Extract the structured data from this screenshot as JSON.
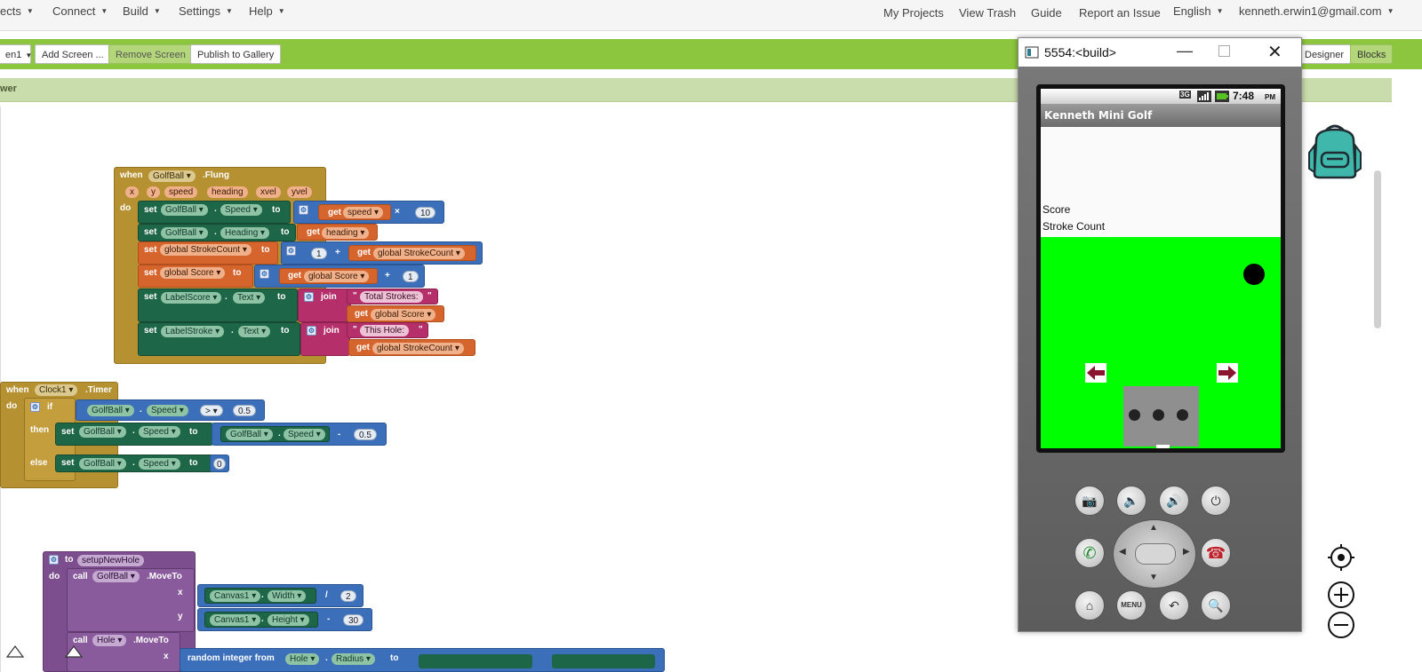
{
  "menu": {
    "left": [
      "ects",
      "Connect",
      "Build",
      "Settings",
      "Help"
    ],
    "right": [
      "My Projects",
      "View Trash",
      "Guide",
      "Report an Issue",
      "English",
      "kenneth.erwin1@gmail.com"
    ]
  },
  "toolbar": {
    "screen_select": "en1",
    "add_screen": "Add Screen ...",
    "remove_screen": "Remove Screen",
    "publish": "Publish to Gallery",
    "designer": "Designer",
    "blocks": "Blocks"
  },
  "subbar_title": "wer",
  "blocks": {
    "flung": {
      "when": "when",
      "component": "GolfBall",
      "event": ".Flung",
      "params": [
        "x",
        "y",
        "speed",
        "heading",
        "xvel",
        "yvel"
      ],
      "do": "do",
      "row1": {
        "set": "set",
        "comp": "GolfBall",
        "dot": ".",
        "prop": "Speed",
        "to": "to",
        "get": "get",
        "var": "speed",
        "op": "×",
        "num": "10"
      },
      "row2": {
        "set": "set",
        "comp": "GolfBall",
        "dot": ".",
        "prop": "Heading",
        "to": "to",
        "get": "get",
        "var": "heading"
      },
      "row3": {
        "set": "set",
        "var": "global StrokeCount",
        "to": "to",
        "num": "1",
        "op": "+",
        "get": "get",
        "var2": "global StrokeCount"
      },
      "row4": {
        "set": "set",
        "var": "global Score",
        "to": "to",
        "get": "get",
        "var2": "global Score",
        "op": "+",
        "num": "1"
      },
      "row5": {
        "set": "set",
        "comp": "LabelScore",
        "dot": ".",
        "prop": "Text",
        "to": "to",
        "join": "join",
        "str": "Total Strokes: ",
        "get": "get",
        "var": "global Score"
      },
      "row6": {
        "set": "set",
        "comp": "LabelStroke",
        "dot": ".",
        "prop": "Text",
        "to": "to",
        "join": "join",
        "str": "This Hole: ",
        "get": "get",
        "var": "global StrokeCount"
      }
    },
    "timer": {
      "when": "when",
      "component": "Clock1",
      "event": ".Timer",
      "do": "do",
      "if": "if",
      "then": "then",
      "else": "else",
      "cond": {
        "comp": "GolfBall",
        "dot": ".",
        "prop": "Speed",
        "op": ">",
        "num": "0.5"
      },
      "then_row": {
        "set": "set",
        "comp": "GolfBall",
        "dot": ".",
        "prop": "Speed",
        "to": "to",
        "comp2": "GolfBall",
        "prop2": "Speed",
        "op": "-",
        "num": "0.5"
      },
      "else_row": {
        "set": "set",
        "comp": "GolfBall",
        "dot": ".",
        "prop": "Speed",
        "to": "to",
        "num": "0"
      }
    },
    "setup": {
      "to": "to",
      "name": "setupNewHole",
      "do": "do",
      "call1": {
        "call": "call",
        "comp": "GolfBall",
        "method": ".MoveTo",
        "x": "x",
        "y": "y",
        "xexpr": {
          "comp": "Canvas1",
          "dot": ".",
          "prop": "Width",
          "op": "/",
          "num": "2"
        },
        "yexpr": {
          "comp": "Canvas1",
          "dot": ".",
          "prop": "Height",
          "op": "-",
          "num": "30"
        }
      },
      "call2": {
        "call": "call",
        "comp": "Hole",
        "method": ".MoveTo",
        "x": "x",
        "rand": "random integer from",
        "comp3": "Hole",
        "dot": ".",
        "prop": "Radius",
        "to": "to"
      }
    }
  },
  "emulator": {
    "window_title": "5554:<build>",
    "time": "7:48",
    "ampm": "PM",
    "net": "3G",
    "app_title": "Kenneth Mini Golf",
    "label_score": "Score",
    "label_stroke": "Stroke Count",
    "menu_btn": "MENU",
    "canvas_color": "#00ff00"
  },
  "colors": {
    "accent_green": "#8cc63e",
    "event": "#b69132",
    "set": "#1e6648",
    "math": "#3b6fba",
    "variable": "#d6642d",
    "text": "#b5306a",
    "procedure": "#7d4e8e"
  }
}
